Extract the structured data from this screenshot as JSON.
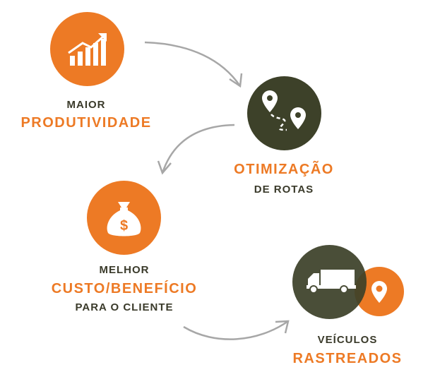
{
  "colors": {
    "accent": "#ed7a25",
    "dark": "#3d4129",
    "arrow": "#a7a7a7"
  },
  "steps": [
    {
      "icon": "growth-chart-icon",
      "line1": "MAIOR",
      "line2": "PRODUTIVIDADE"
    },
    {
      "icon": "route-pins-icon",
      "line1": "OTIMIZAÇÃO",
      "line2": "DE ROTAS"
    },
    {
      "icon": "money-bag-icon",
      "line1": "MELHOR",
      "line2": "CUSTO/BENEFÍCIO",
      "line3": "PARA O CLIENTE"
    },
    {
      "icon": "truck-icon",
      "icon2": "location-pin-icon",
      "line1": "VEÍCULOS",
      "line2": "RASTREADOS"
    }
  ]
}
